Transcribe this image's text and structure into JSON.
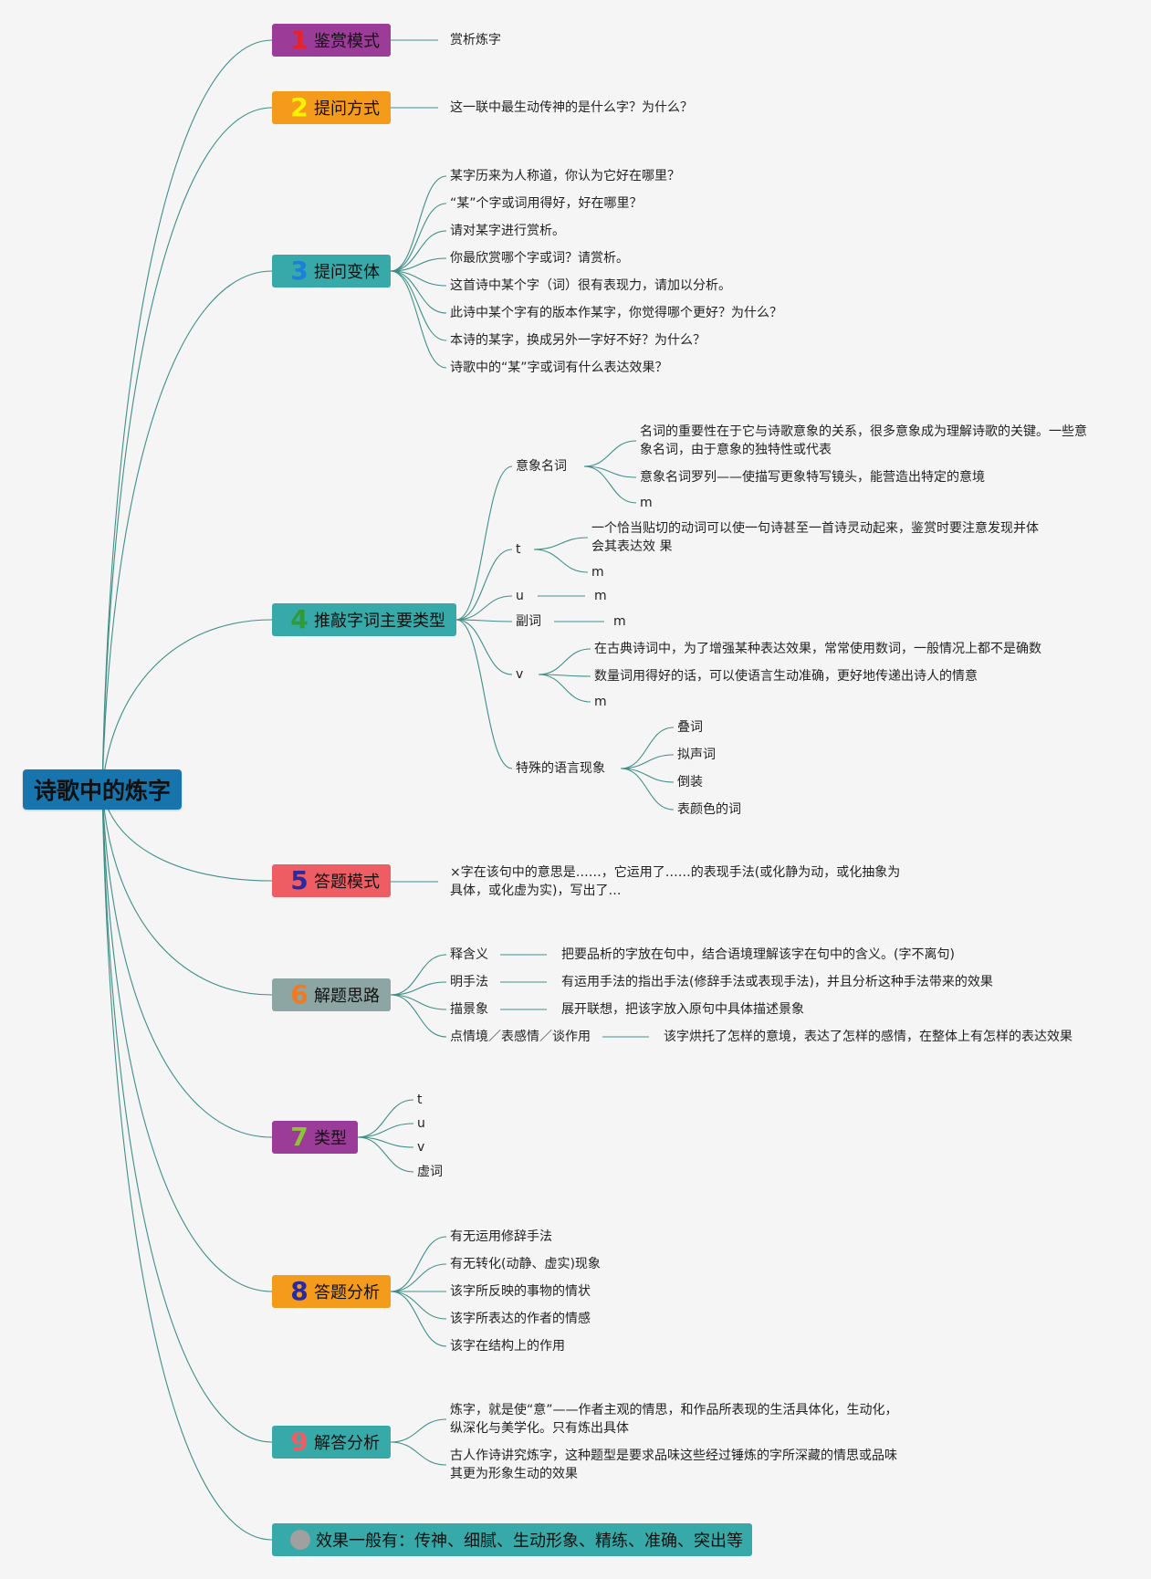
{
  "root": {
    "label": "诗歌中的炼字",
    "color": "#1774ad"
  },
  "branches": [
    {
      "num": "1",
      "label": "鉴赏模式",
      "bg": "#9b3c98",
      "numColor": "#e8222a",
      "children": [
        {
          "label": "赏析炼字"
        }
      ]
    },
    {
      "num": "2",
      "label": "提问方式",
      "bg": "#f59b1b",
      "numColor": "#fff200",
      "children": [
        {
          "label": "这一联中最生动传神的是什么字？为什么？"
        }
      ]
    },
    {
      "num": "3",
      "label": "提问变体",
      "bg": "#36a9a8",
      "numColor": "#1e7fd8",
      "children": [
        {
          "label": "某字历来为人称道，你认为它好在哪里？"
        },
        {
          "label": "“某”个字或词用得好，好在哪里？"
        },
        {
          "label": "请对某字进行赏析。"
        },
        {
          "label": "你最欣赏哪个字或词？请赏析。"
        },
        {
          "label": "这首诗中某个字（词）很有表现力，请加以分析。"
        },
        {
          "label": "此诗中某个字有的版本作某字，你觉得哪个更好？为什么？"
        },
        {
          "label": "本诗的某字，换成另外一字好不好？为什么？"
        },
        {
          "label": "诗歌中的“某”字或词有什么表达效果？"
        }
      ]
    },
    {
      "num": "4",
      "label": "推敲字词主要类型",
      "bg": "#36a9a8",
      "numColor": "#2e9a3a",
      "children": [
        {
          "label": "意象名词",
          "children": [
            {
              "label": "名词的重要性在于它与诗歌意象的关系，很多意象成为理解诗歌的关键。一些意象名词，由于意象的独特性或代表"
            },
            {
              "label": "意象名词罗列——使描写更象特写镜头，能营造出特定的意境"
            },
            {
              "label": "m"
            }
          ]
        },
        {
          "label": "t",
          "children": [
            {
              "label": "一个恰当贴切的动词可以使一句诗甚至一首诗灵动起来，鉴赏时要注意发现并体会其表达效 果"
            },
            {
              "label": "m"
            }
          ]
        },
        {
          "label": "u",
          "children": [
            {
              "label": "m"
            }
          ]
        },
        {
          "label": "副词",
          "children": [
            {
              "label": "m"
            }
          ]
        },
        {
          "label": "v",
          "children": [
            {
              "label": "在古典诗词中，为了增强某种表达效果，常常使用数词，一般情况上都不是确数"
            },
            {
              "label": "数量词用得好的话，可以使语言生动准确，更好地传递出诗人的情意"
            },
            {
              "label": "m"
            }
          ]
        },
        {
          "label": "特殊的语言现象",
          "children": [
            {
              "label": "叠词"
            },
            {
              "label": "拟声词"
            },
            {
              "label": "倒装"
            },
            {
              "label": "表颜色的词"
            }
          ]
        }
      ]
    },
    {
      "num": "5",
      "label": "答题模式",
      "bg": "#ef5d64",
      "numColor": "#2a2aa0",
      "children": [
        {
          "label": "×字在该句中的意思是……，它运用了……的表现手法(或化静为动，或化抽象为具体，或化虚为实)，写出了…"
        }
      ]
    },
    {
      "num": "6",
      "label": "解题思路",
      "bg": "#8ea6a3",
      "numColor": "#f07a22",
      "children": [
        {
          "label": "释含义",
          "children": [
            {
              "label": "把要品析的字放在句中，结合语境理解该字在句中的含义。(字不离句)"
            }
          ]
        },
        {
          "label": "明手法",
          "children": [
            {
              "label": "有运用手法的指出手法(修辞手法或表现手法)，并且分析这种手法带来的效果"
            }
          ]
        },
        {
          "label": "描景象",
          "children": [
            {
              "label": "展开联想，把该字放入原句中具体描述景象"
            }
          ]
        },
        {
          "label": "点情境／表感情／谈作用",
          "children": [
            {
              "label": "该字烘托了怎样的意境，表达了怎样的感情，在整体上有怎样的表达效果"
            }
          ]
        }
      ]
    },
    {
      "num": "7",
      "label": "类型",
      "bg": "#9b3c98",
      "numColor": "#8fc43a",
      "children": [
        {
          "label": "t"
        },
        {
          "label": "u"
        },
        {
          "label": "v"
        },
        {
          "label": "虚词"
        }
      ]
    },
    {
      "num": "8",
      "label": "答题分析",
      "bg": "#f59b1b",
      "numColor": "#2a2aa0",
      "children": [
        {
          "label": "有无运用修辞手法"
        },
        {
          "label": "有无转化(动静、虚实)现象"
        },
        {
          "label": "该字所反映的事物的情状"
        },
        {
          "label": "该字所表达的作者的情感"
        },
        {
          "label": "该字在结构上的作用"
        }
      ]
    },
    {
      "num": "9",
      "label": "解答分析",
      "bg": "#36a9a8",
      "numColor": "#ef5d64",
      "children": [
        {
          "label": "炼字，就是使“意”——作者主观的情思，和作品所表现的生活具体化，生动化，纵深化与美学化。只有炼出具体"
        },
        {
          "label": "古人作诗讲究炼字，这种题型是要求品味这些经过锤炼的字所深藏的情思或品味其更为形象生动的效果"
        }
      ]
    },
    {
      "num": "",
      "label": "效果一般有：传神、细腻、生动形象、精练、准确、突出等",
      "bg": "#36a9a8",
      "numColor": "#a0a0a0",
      "children": []
    }
  ],
  "line_color": "#3f8f86"
}
